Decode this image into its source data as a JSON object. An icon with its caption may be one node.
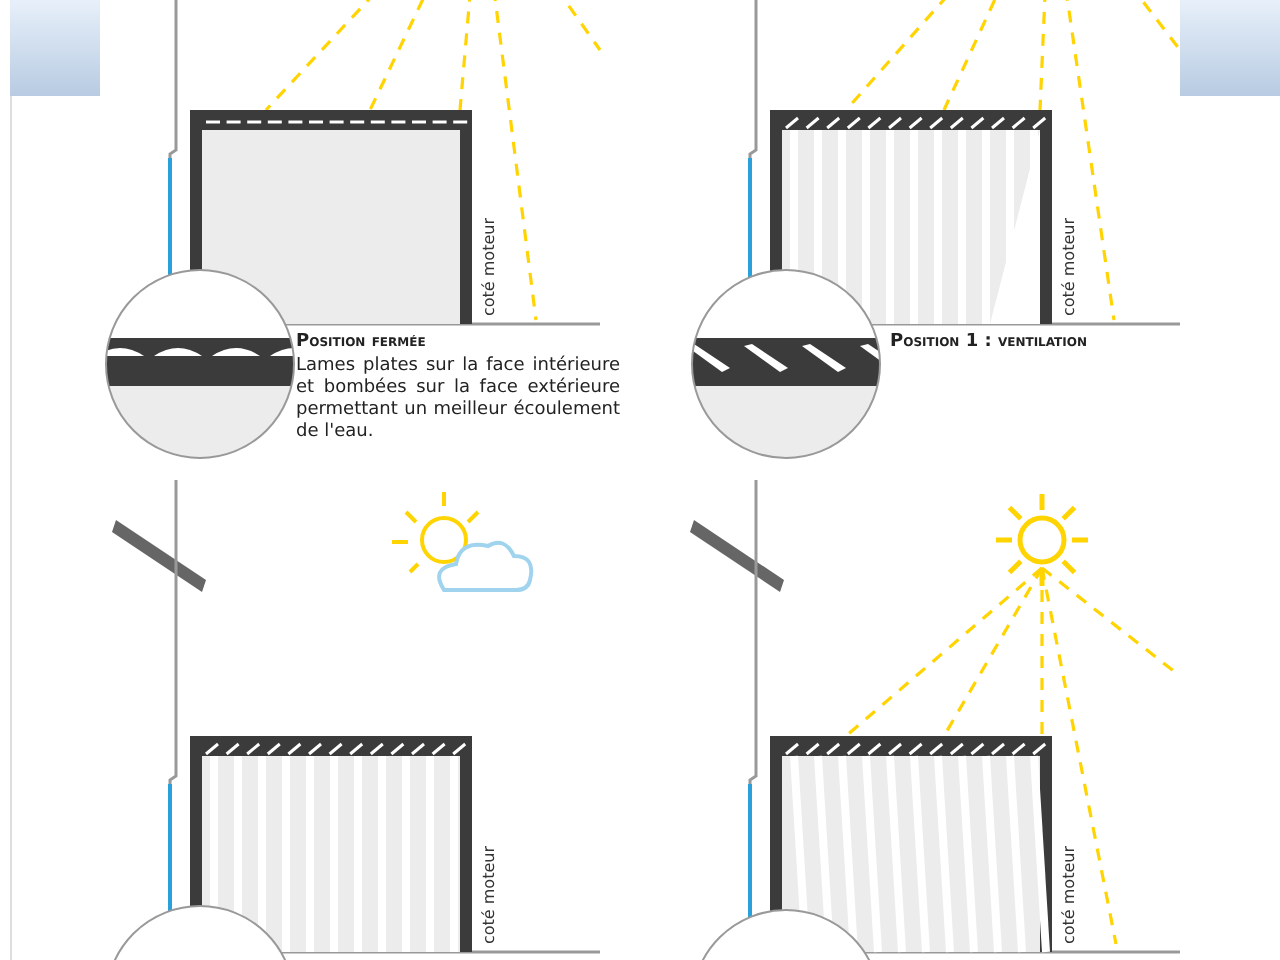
{
  "diagram": {
    "labels": [
      "coté moteur",
      "Position fermée",
      "Lames plates sur la face intérieure et bombées sur la face extérieure permettant un meilleur écoulement de l'eau.",
      "coté moteur",
      "Position 1 : ventilation",
      "coté moteur",
      "coté moteur"
    ]
  }
}
